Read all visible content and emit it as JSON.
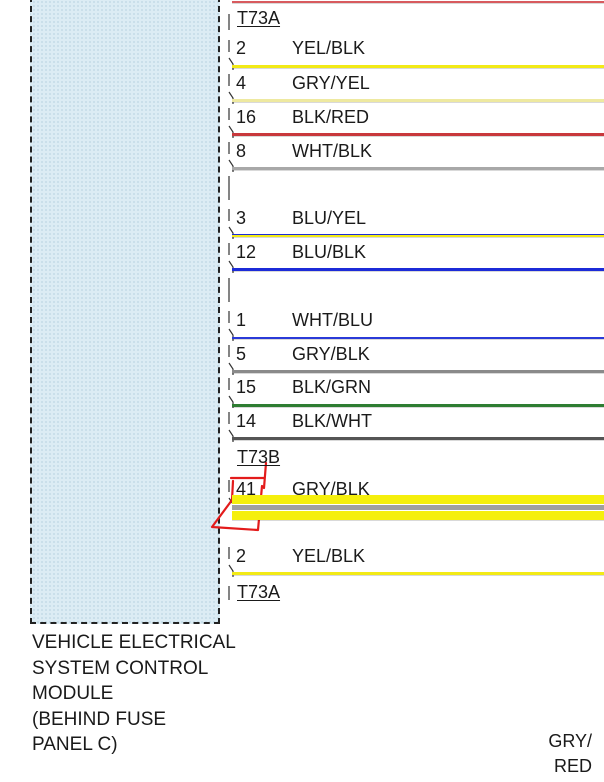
{
  "module": {
    "label": "VEHICLE ELECTRICAL\nSYSTEM CONTROL\nMODULE\n(BEHIND FUSE\nPANEL C)"
  },
  "connectors": {
    "top": "T73A",
    "middle": "T73B",
    "bottom": "T73A"
  },
  "wires": [
    {
      "pin": "2",
      "color": "YEL/BLK",
      "hex": "#f2ea16"
    },
    {
      "pin": "4",
      "color": "GRY/YEL",
      "hex": "#f2ea16"
    },
    {
      "pin": "16",
      "color": "BLK/RED",
      "hex": "#c8383c"
    },
    {
      "pin": "8",
      "color": "WHT/BLK",
      "hex": "#9a9a9a"
    },
    {
      "pin": "3",
      "color": "BLU/YEL",
      "hex": "#f2ea16"
    },
    {
      "pin": "12",
      "color": "BLU/BLK",
      "hex": "#1c2bd8"
    },
    {
      "pin": "1",
      "color": "WHT/BLU",
      "hex": "#1c2bd8"
    },
    {
      "pin": "5",
      "color": "GRY/BLK",
      "hex": "#8a8a8a"
    },
    {
      "pin": "15",
      "color": "BLK/GRN",
      "hex": "#2e7d32"
    },
    {
      "pin": "14",
      "color": "BLK/WHT",
      "hex": "#555555"
    },
    {
      "pin": "41",
      "color": "GRY/BLK",
      "hex": "#f5ef0c"
    },
    {
      "pin": "2",
      "color": "YEL/BLK",
      "hex": "#f2ea16"
    }
  ],
  "corner_label": "GRY/\nRED",
  "annotation": {
    "color": "#e31b1b"
  }
}
